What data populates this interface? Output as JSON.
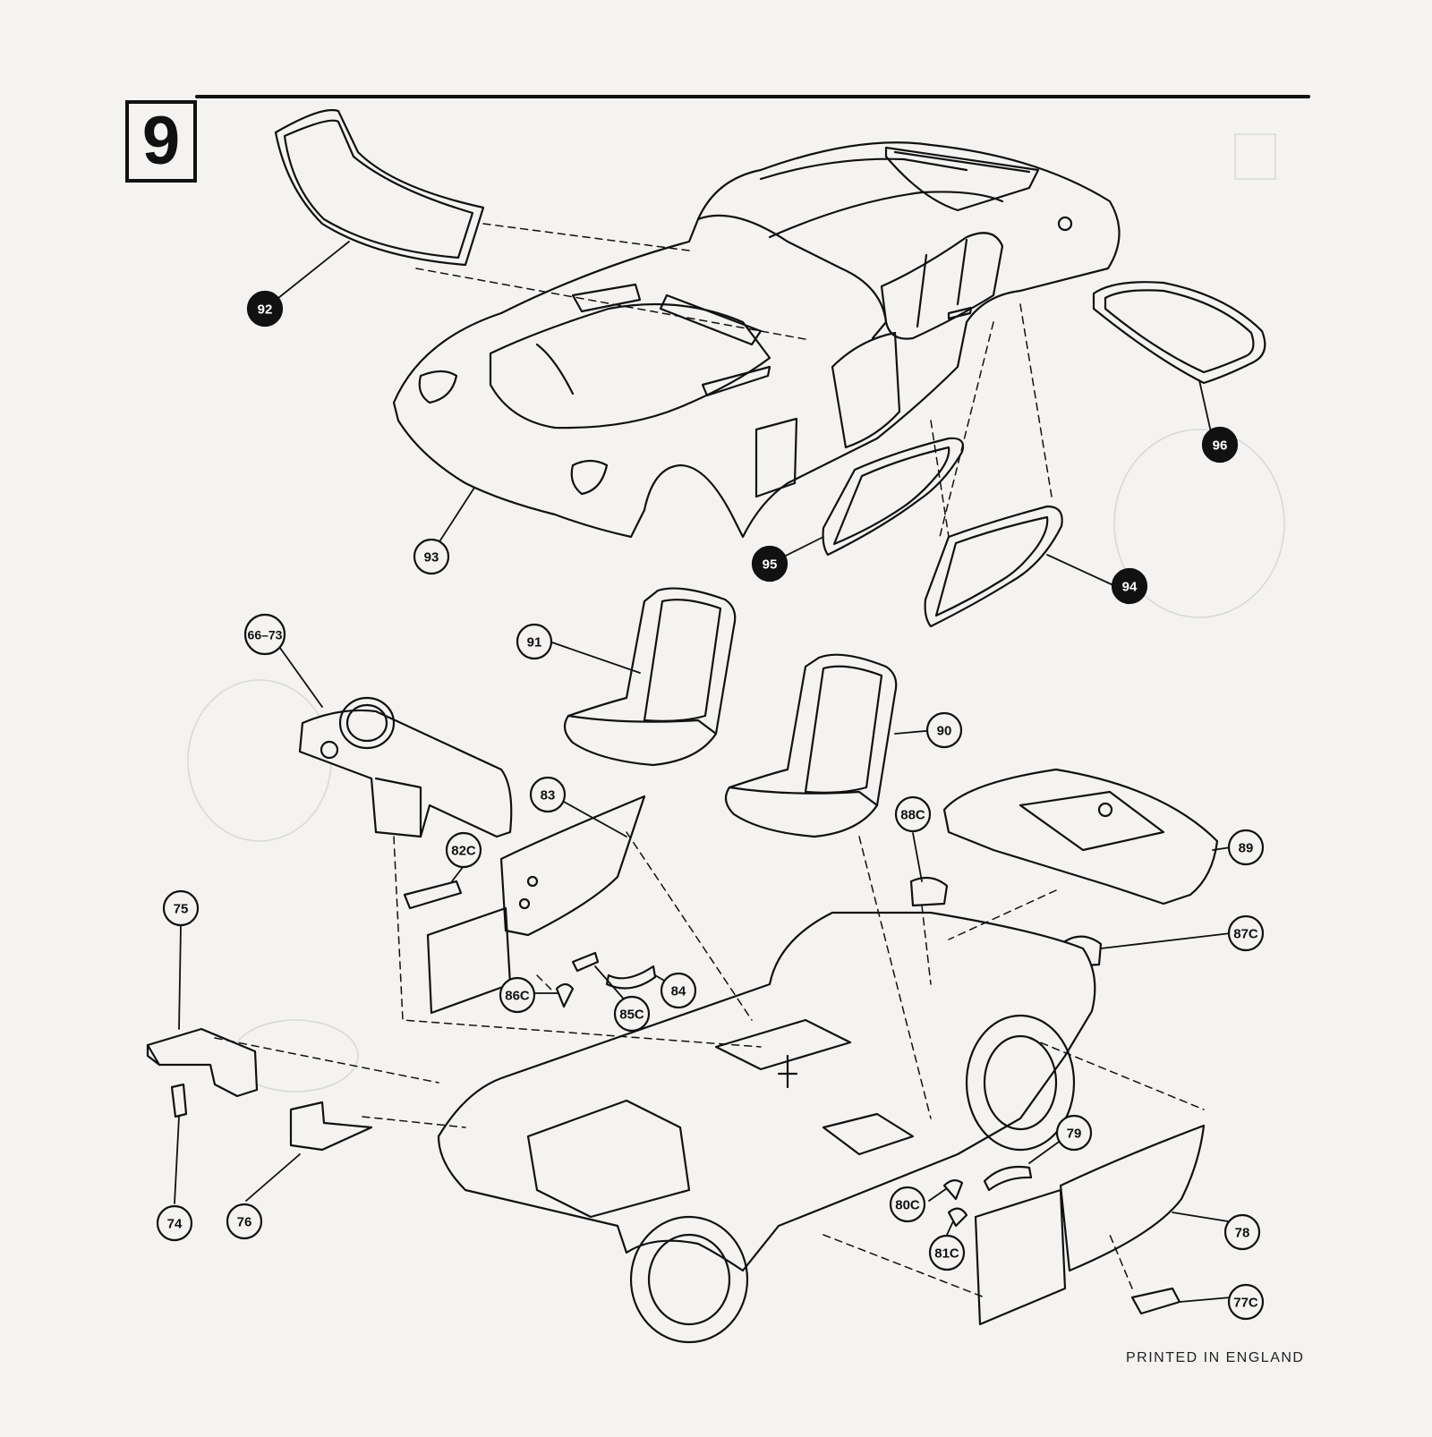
{
  "step": {
    "number": "9"
  },
  "footer": {
    "printed": "PRINTED IN ENGLAND"
  },
  "callouts": [
    {
      "id": "92",
      "style": "filled"
    },
    {
      "id": "93",
      "style": "open"
    },
    {
      "id": "94",
      "style": "filled"
    },
    {
      "id": "95",
      "style": "filled"
    },
    {
      "id": "96",
      "style": "filled"
    },
    {
      "id": "66–73",
      "style": "open"
    },
    {
      "id": "91",
      "style": "open"
    },
    {
      "id": "90",
      "style": "open"
    },
    {
      "id": "83",
      "style": "open"
    },
    {
      "id": "82C",
      "style": "open"
    },
    {
      "id": "88C",
      "style": "open"
    },
    {
      "id": "89",
      "style": "open"
    },
    {
      "id": "87C",
      "style": "open"
    },
    {
      "id": "75",
      "style": "open"
    },
    {
      "id": "84",
      "style": "open"
    },
    {
      "id": "85C",
      "style": "open"
    },
    {
      "id": "86C",
      "style": "open"
    },
    {
      "id": "74",
      "style": "open"
    },
    {
      "id": "76",
      "style": "open"
    },
    {
      "id": "79",
      "style": "open"
    },
    {
      "id": "80C",
      "style": "open"
    },
    {
      "id": "81C",
      "style": "open"
    },
    {
      "id": "78",
      "style": "open"
    },
    {
      "id": "77C",
      "style": "open"
    }
  ],
  "colors": {
    "ink": "#111111",
    "paper": "#f4f3f1",
    "ghost": "#d8d8d8"
  }
}
